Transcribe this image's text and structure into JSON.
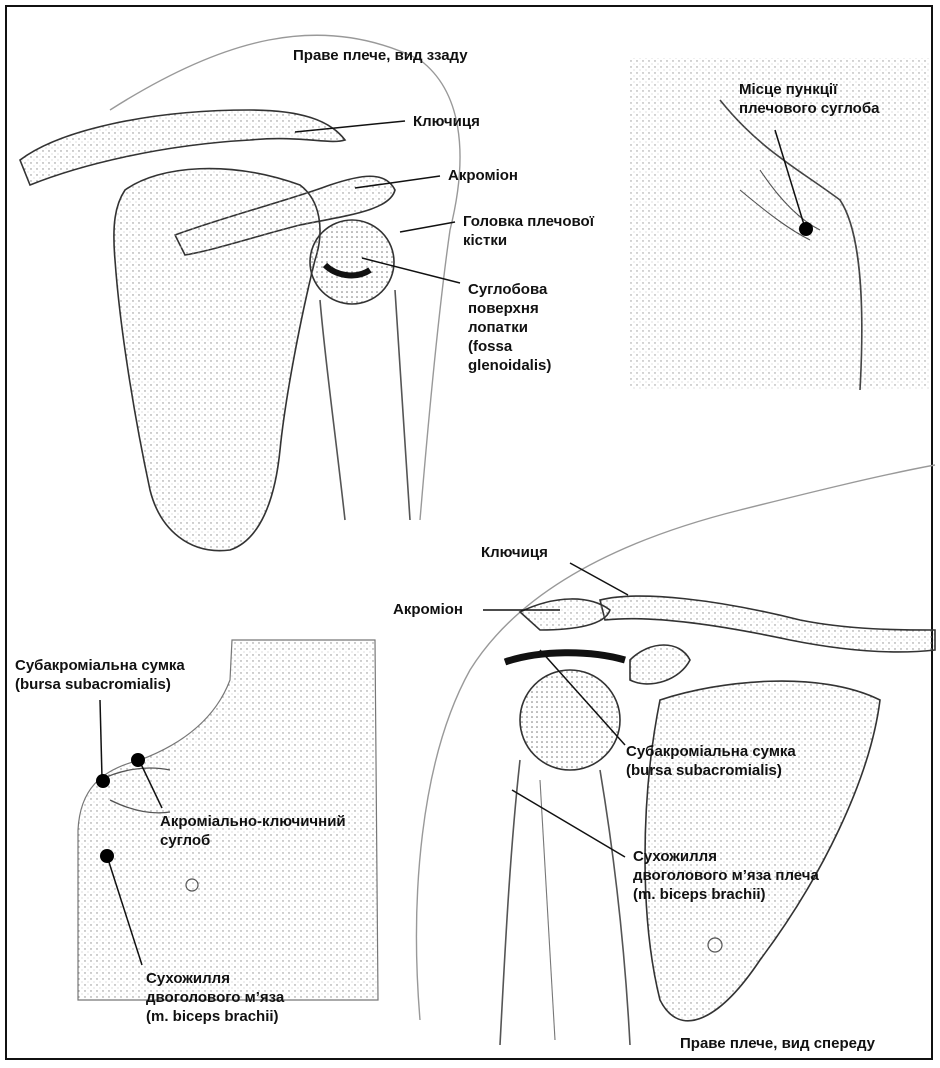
{
  "titles": {
    "posterior": "Праве плече, вид ззаду",
    "anterior": "Праве плече, вид спереду"
  },
  "posterior_labels": {
    "clavicle": "Ключиця",
    "acromion": "Акроміон",
    "humeral_head": "Головка плечової\nкістки",
    "glenoid": "Суглобова\nповерхня\nлопатки\n(fossa\nglenoidalis)"
  },
  "puncture_panel": {
    "label": "Місце пункції\nплечового суглоба"
  },
  "chest_panel": {
    "bursa": "Субакроміальна сумка\n(bursa subacromialis)",
    "ac_joint": "Акроміально-ключичний\nсуглоб",
    "biceps": "Сухожилля\nдвоголового м’яза\n(m. biceps brachii)"
  },
  "anterior_labels": {
    "clavicle": "Ключиця",
    "acromion": "Акроміон",
    "bursa": "Субакроміальна сумка\n(bursa subacromialis)",
    "biceps": "Сухожилля\nдвоголового м’яза плеча\n(m. biceps brachii)"
  },
  "colors": {
    "ink": "#111111",
    "shade": "#bdbdbd",
    "line": "#333333"
  }
}
